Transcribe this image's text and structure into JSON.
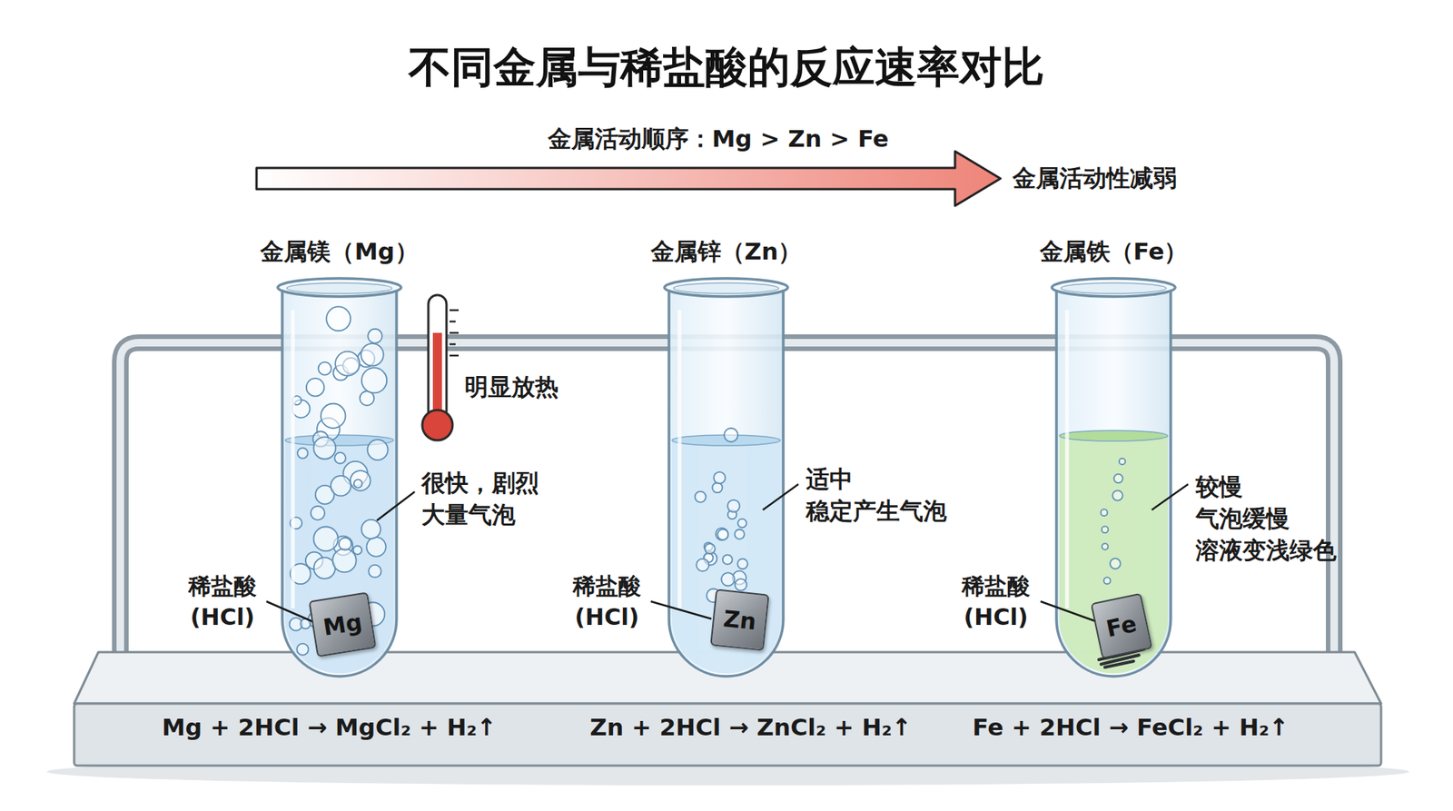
{
  "diagram": {
    "title": "不同金属与稀盐酸的反应速率对比",
    "nodes": [
      {
        "text": [
          "金属镁（Mg）"
        ]
      },
      {
        "text": [
          "Mg"
        ],
        "in": 0
      },
      {
        "text": [
          "金属锌（Zn）"
        ]
      },
      {
        "text": [
          "Zn"
        ],
        "in": 2
      },
      {
        "text": [
          "金属铁（Fe）"
        ]
      },
      {
        "text": [
          "Fe"
        ],
        "in": 4
      }
    ],
    "labels": [
      "金属活动顺序：Mg > Zn > Fe",
      "金属活动性减弱",
      "明显放热",
      "很快，剧烈 大量气泡",
      "稀盐酸 (HCl)",
      "适中 稳定产生气泡",
      "稀盐酸 (HCl)",
      "较慢 气泡缓慢 溶液变浅绿色",
      "稀盐酸 (HCl)",
      "Mg + 2HCl → MgCl₂ + H₂↑",
      "Zn + 2HCl → ZnCl₂ + H₂↑",
      "Fe + 2HCl → FeCl₂ + H₂↑"
    ]
  }
}
